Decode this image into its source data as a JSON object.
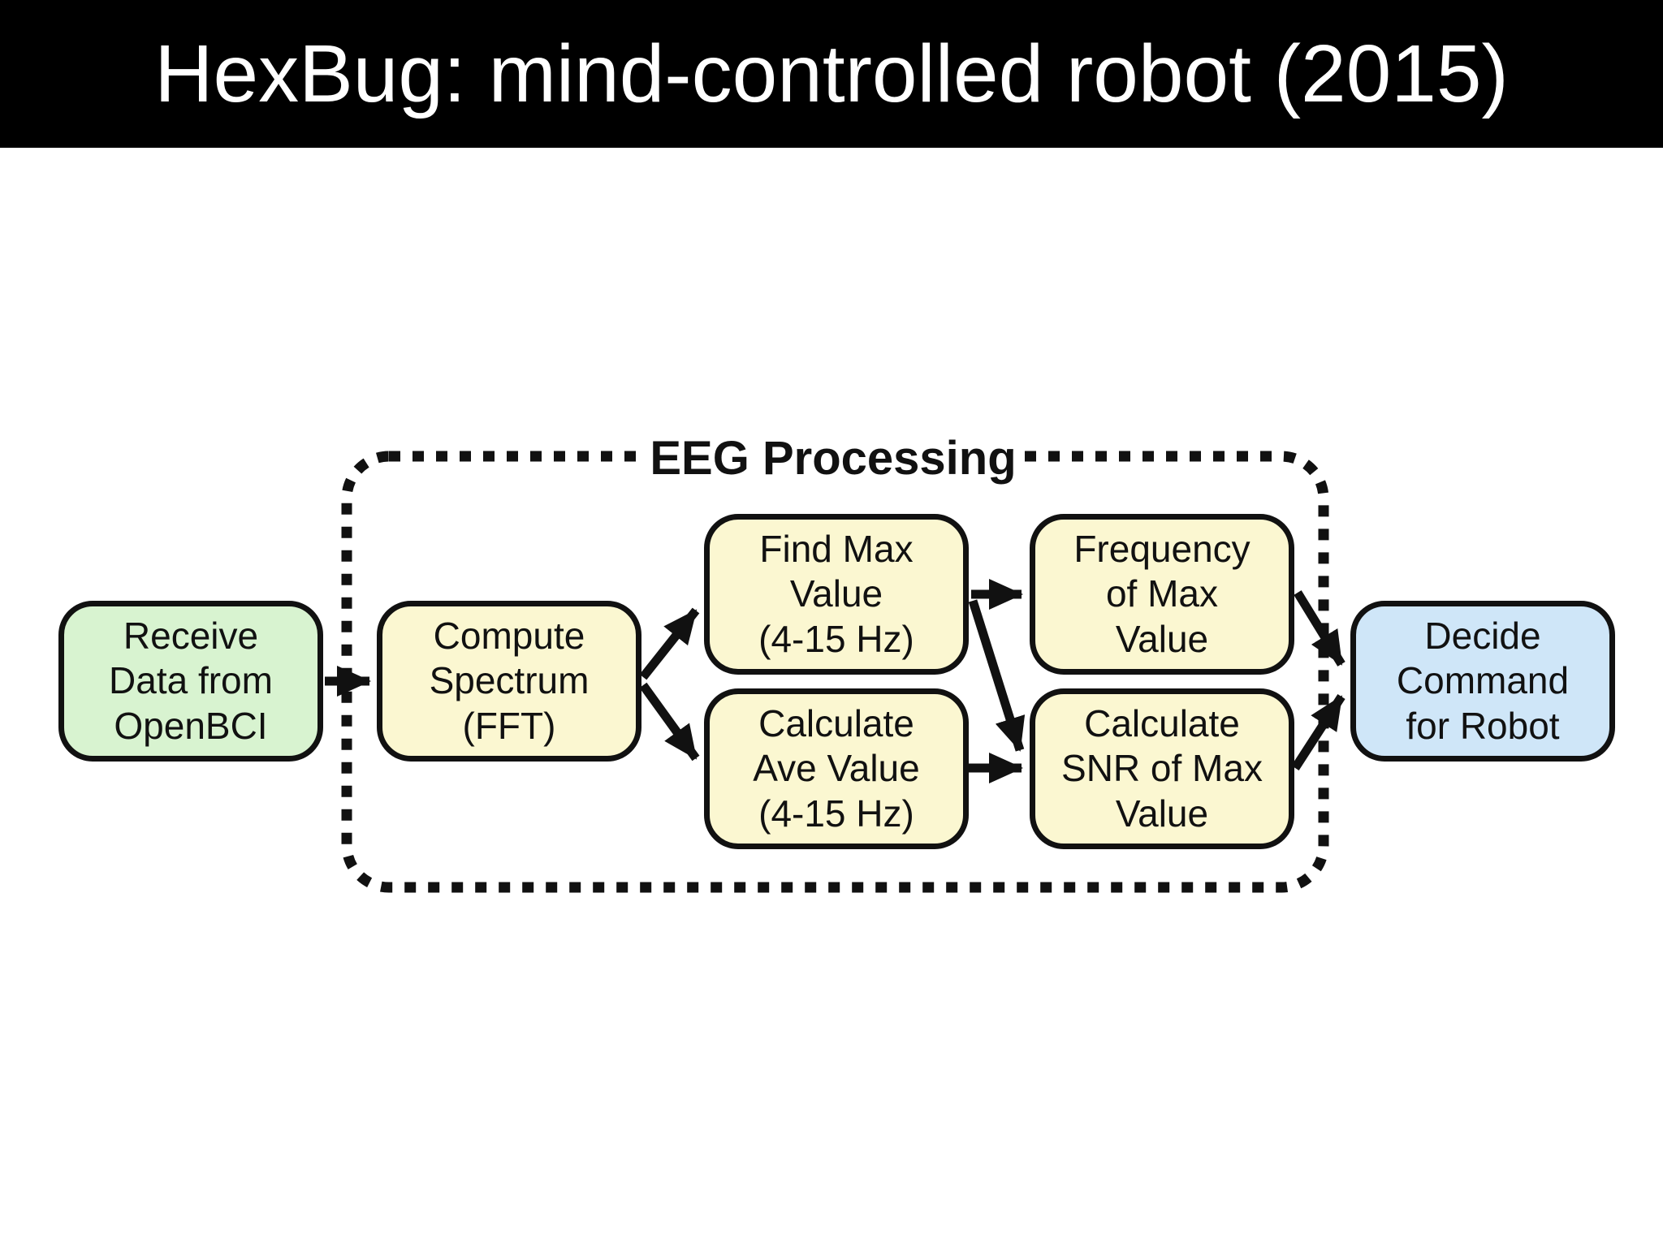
{
  "title": "HexBug: mind-controlled robot (2015)",
  "diagram": {
    "group_label": "EEG Processing",
    "nodes": {
      "receive": {
        "label": "Receive\nData from\nOpenBCI",
        "fill": "#d8f3d0",
        "role": "input"
      },
      "compute": {
        "label": "Compute\nSpectrum\n(FFT)",
        "fill": "#fbf7d1",
        "role": "processing"
      },
      "findmax": {
        "label": "Find Max\nValue\n(4-15 Hz)",
        "fill": "#fbf7d1",
        "role": "processing"
      },
      "calcave": {
        "label": "Calculate\nAve Value\n(4-15 Hz)",
        "fill": "#fbf7d1",
        "role": "processing"
      },
      "freq": {
        "label": "Frequency\nof Max\nValue",
        "fill": "#fbf7d1",
        "role": "processing"
      },
      "snr": {
        "label": "Calculate\nSNR of Max\nValue",
        "fill": "#fbf7d1",
        "role": "processing"
      },
      "decide": {
        "label": "Decide\nCommand\nfor Robot",
        "fill": "#cfe6f8",
        "role": "output"
      }
    },
    "edges": [
      {
        "from": "receive",
        "to": "compute"
      },
      {
        "from": "compute",
        "to": "findmax"
      },
      {
        "from": "compute",
        "to": "calcave"
      },
      {
        "from": "findmax",
        "to": "freq"
      },
      {
        "from": "findmax",
        "to": "snr"
      },
      {
        "from": "calcave",
        "to": "snr"
      },
      {
        "from": "freq",
        "to": "decide"
      },
      {
        "from": "snr",
        "to": "decide"
      }
    ]
  },
  "colors": {
    "header_bg": "#000000",
    "title_text": "#ffffff",
    "node_border": "#111111",
    "arrow": "#111111",
    "group_border": "#111111",
    "node_green": "#d8f3d0",
    "node_yellow": "#fbf7d1",
    "node_blue": "#cfe6f8",
    "background": "#ffffff"
  }
}
